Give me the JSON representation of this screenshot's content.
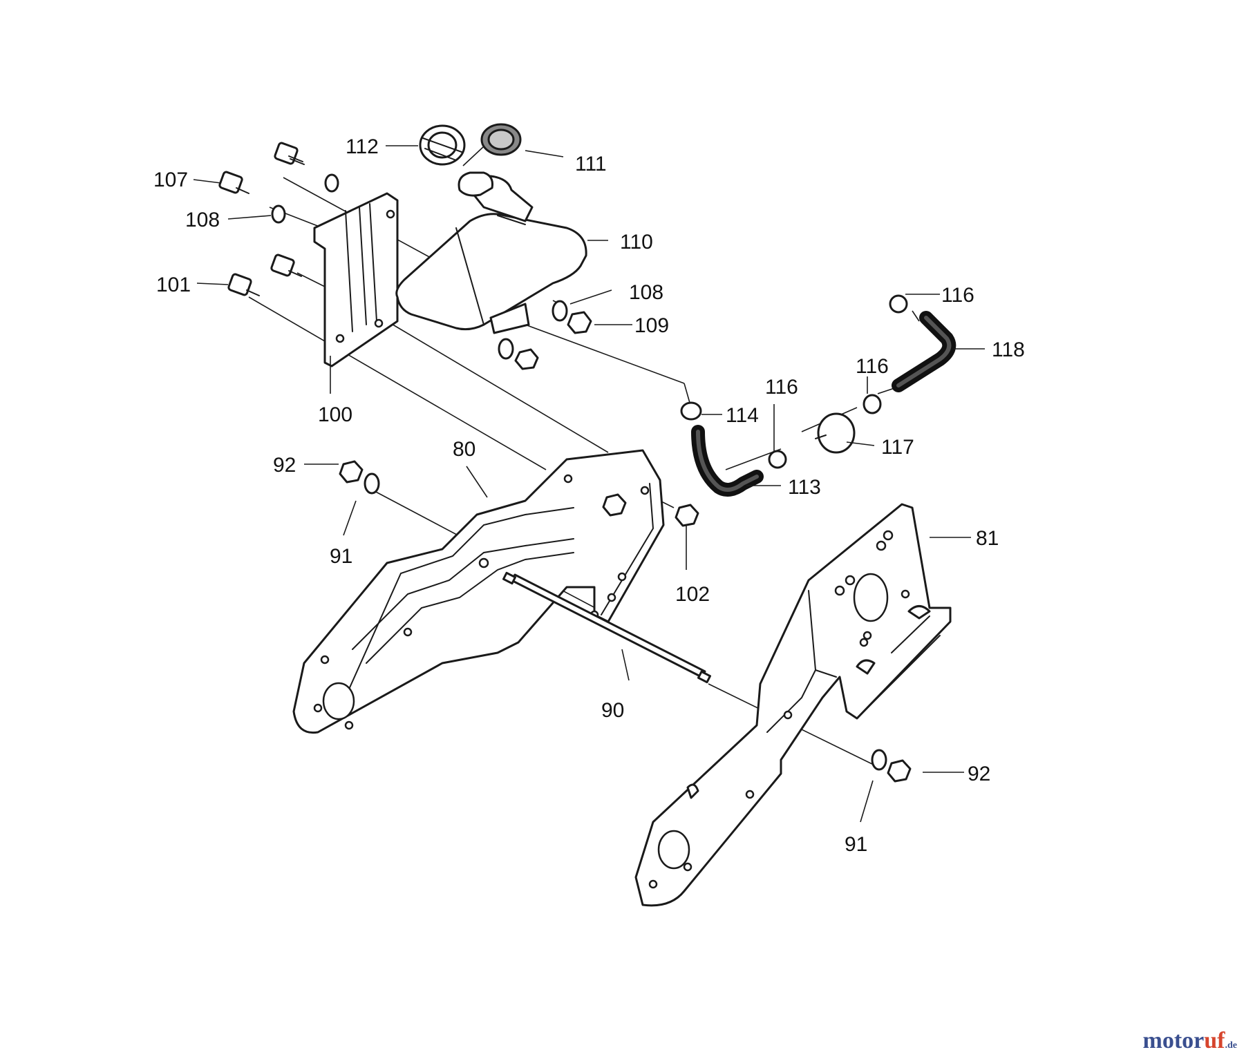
{
  "callouts": [
    {
      "id": "c112",
      "text": "112"
    },
    {
      "id": "c111",
      "text": "111"
    },
    {
      "id": "c107",
      "text": "107"
    },
    {
      "id": "c108a",
      "text": "108"
    },
    {
      "id": "c110",
      "text": "110"
    },
    {
      "id": "c101",
      "text": "101"
    },
    {
      "id": "c108b",
      "text": "108"
    },
    {
      "id": "c109",
      "text": "109"
    },
    {
      "id": "c116a",
      "text": "116"
    },
    {
      "id": "c118",
      "text": "118"
    },
    {
      "id": "c100",
      "text": "100"
    },
    {
      "id": "c116b",
      "text": "116"
    },
    {
      "id": "c116c",
      "text": "116"
    },
    {
      "id": "c114",
      "text": "114"
    },
    {
      "id": "c117",
      "text": "117"
    },
    {
      "id": "c80",
      "text": "80"
    },
    {
      "id": "c92a",
      "text": "92"
    },
    {
      "id": "c113",
      "text": "113"
    },
    {
      "id": "c81",
      "text": "81"
    },
    {
      "id": "c91a",
      "text": "91"
    },
    {
      "id": "c102",
      "text": "102"
    },
    {
      "id": "c90",
      "text": "90"
    },
    {
      "id": "c92b",
      "text": "92"
    },
    {
      "id": "c91b",
      "text": "91"
    }
  ],
  "brand": {
    "part1": "motor",
    "part2": "uf",
    "part3": ".de"
  }
}
